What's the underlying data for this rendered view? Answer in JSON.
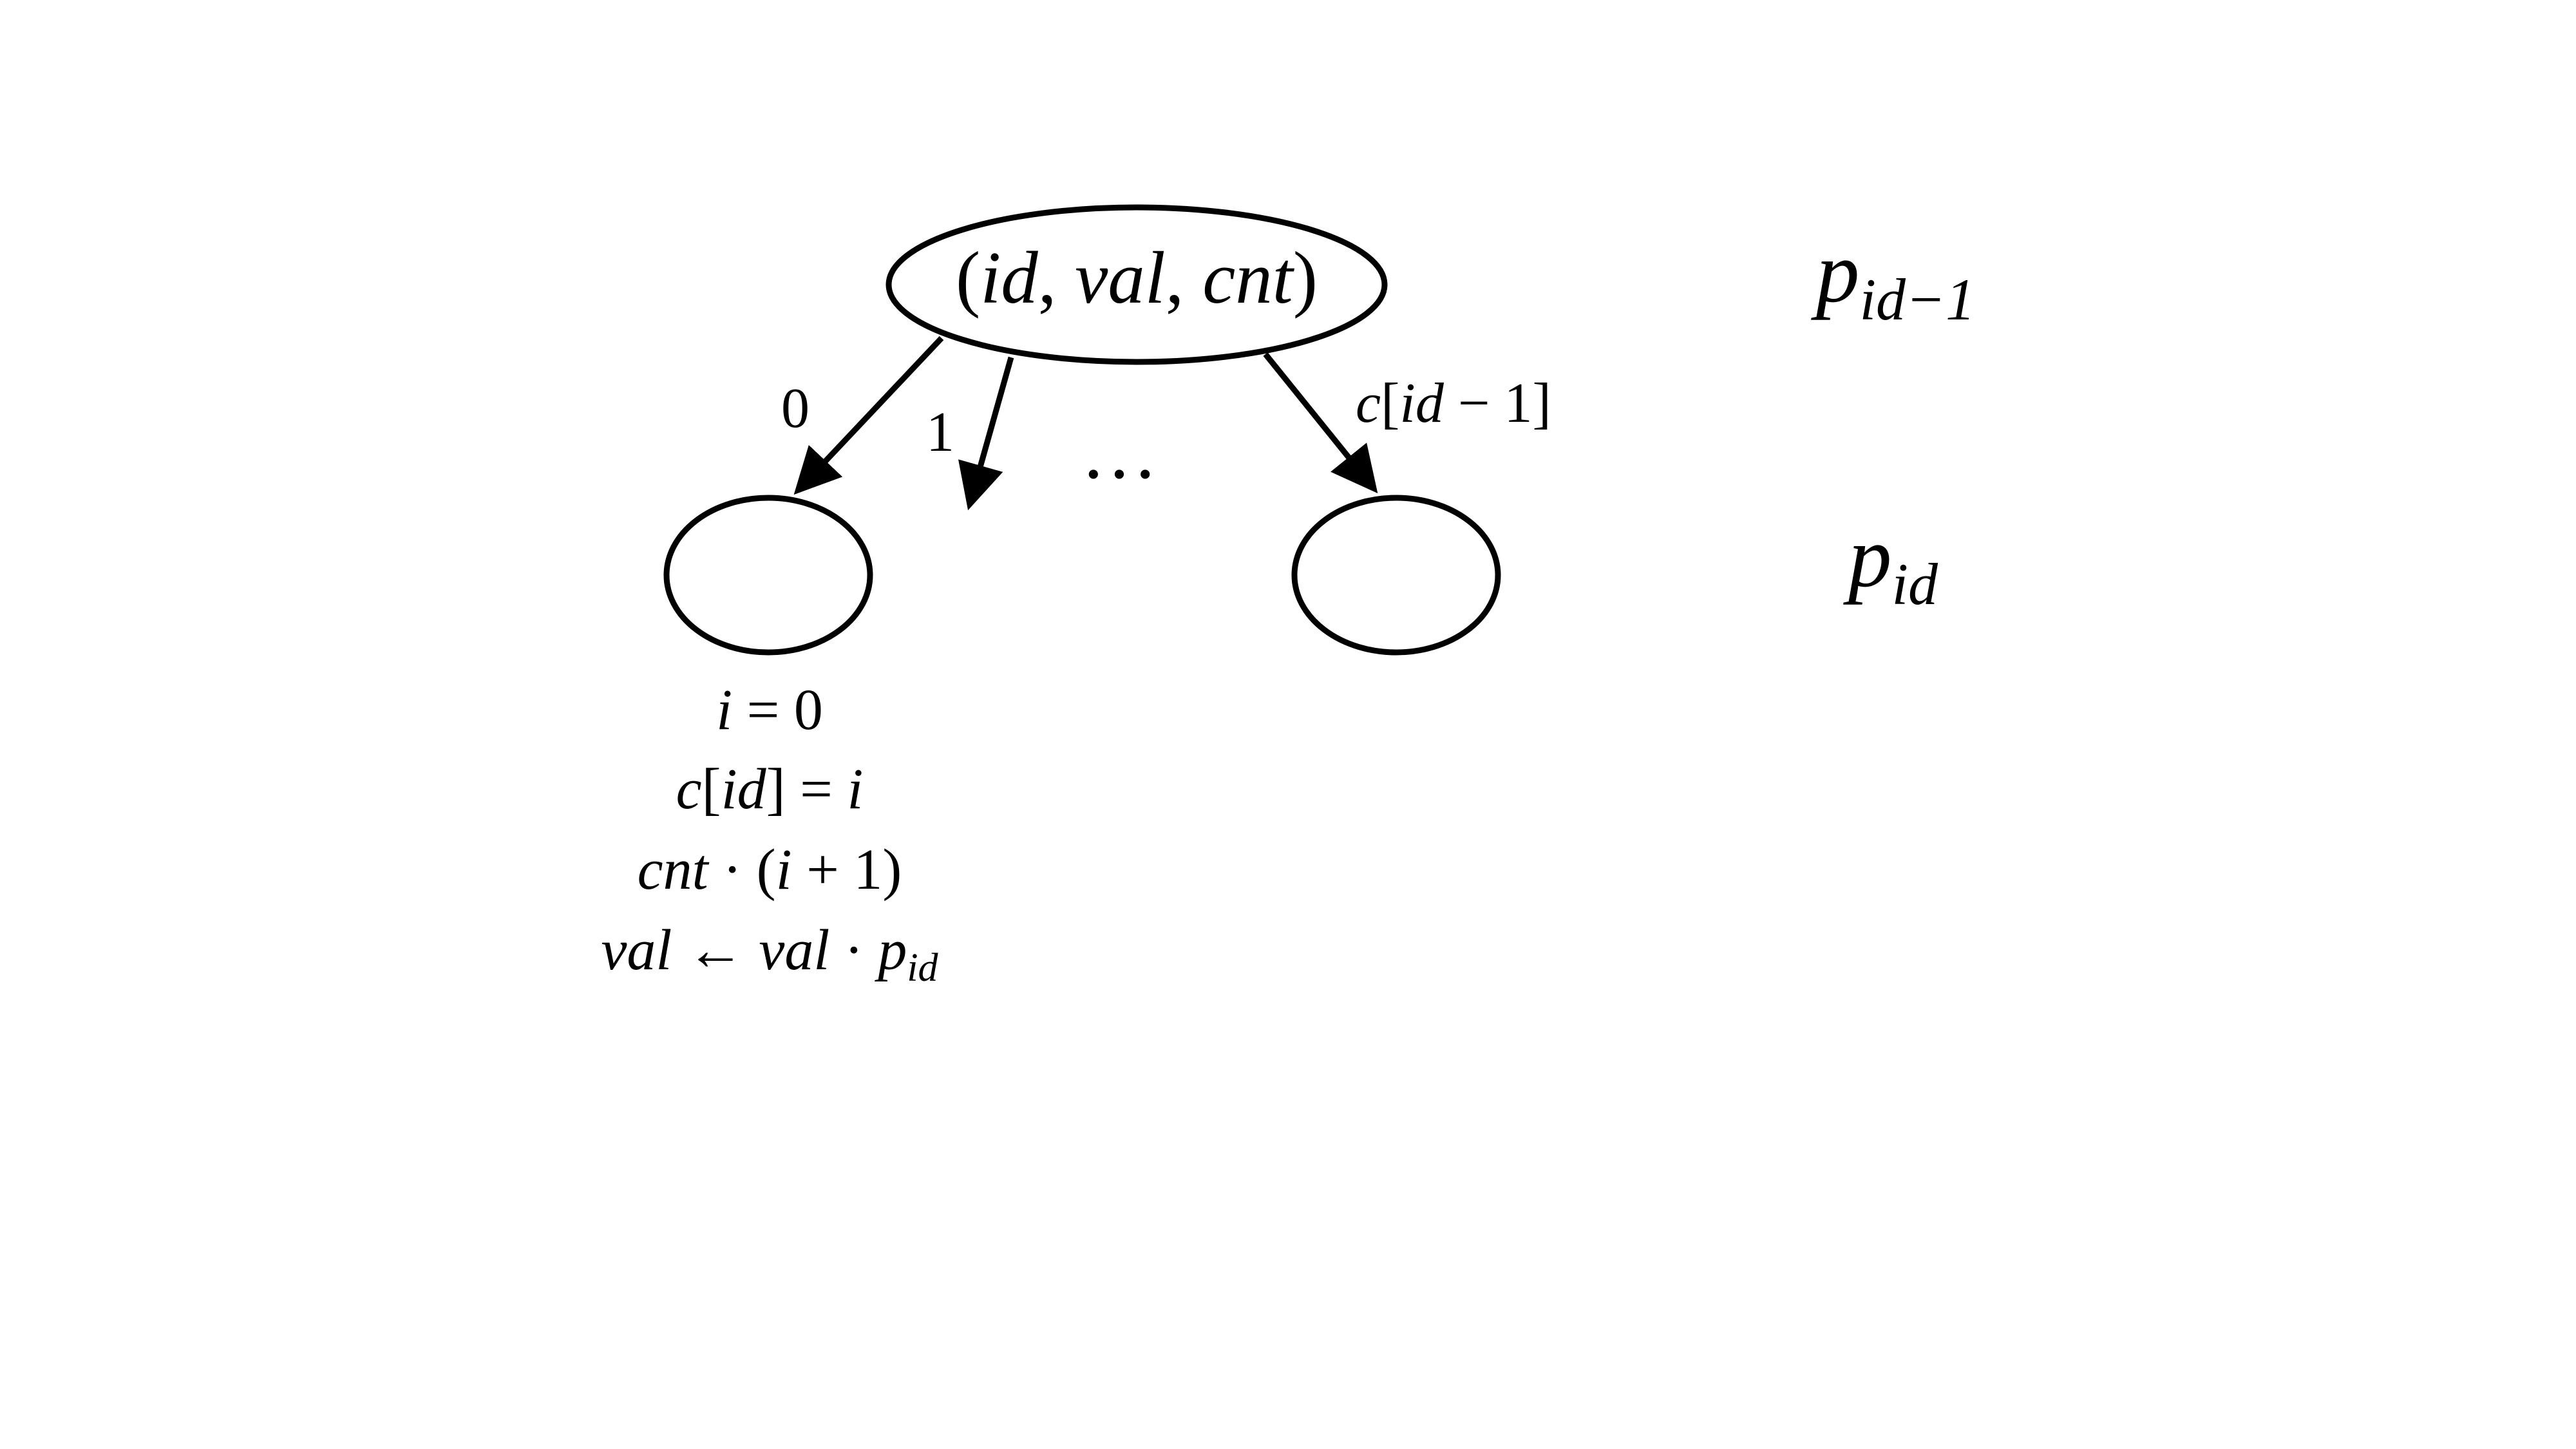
{
  "root": {
    "label_open": "(",
    "label_id": "id",
    "sep1": ", ",
    "label_val": "val",
    "sep2": ", ",
    "label_cnt": "cnt",
    "label_close": ")"
  },
  "levels": {
    "upper": {
      "base": "p",
      "sub": "id−1"
    },
    "lower": {
      "base": "p",
      "sub": "id"
    }
  },
  "edges": {
    "e0": "0",
    "e1": "1",
    "ellipsis": "…",
    "elast_c": "c",
    "elast_open": "[",
    "elast_id": "id",
    "elast_rest": " − 1]"
  },
  "annotation": {
    "line1_i": "i",
    "line1_rest": " = 0",
    "line2_c": "c",
    "line2_open": "[",
    "line2_id": "id",
    "line2_mid": "] = ",
    "line2_i": "i",
    "line3_cnt": "cnt",
    "line3_mid": " · (",
    "line3_i": "i",
    "line3_rest": " + 1)",
    "line4_val1": "val",
    "line4_mid": " ← ",
    "line4_val2": "val",
    "line4_dot": " · ",
    "line4_p": "p",
    "line4_sub": "id"
  }
}
